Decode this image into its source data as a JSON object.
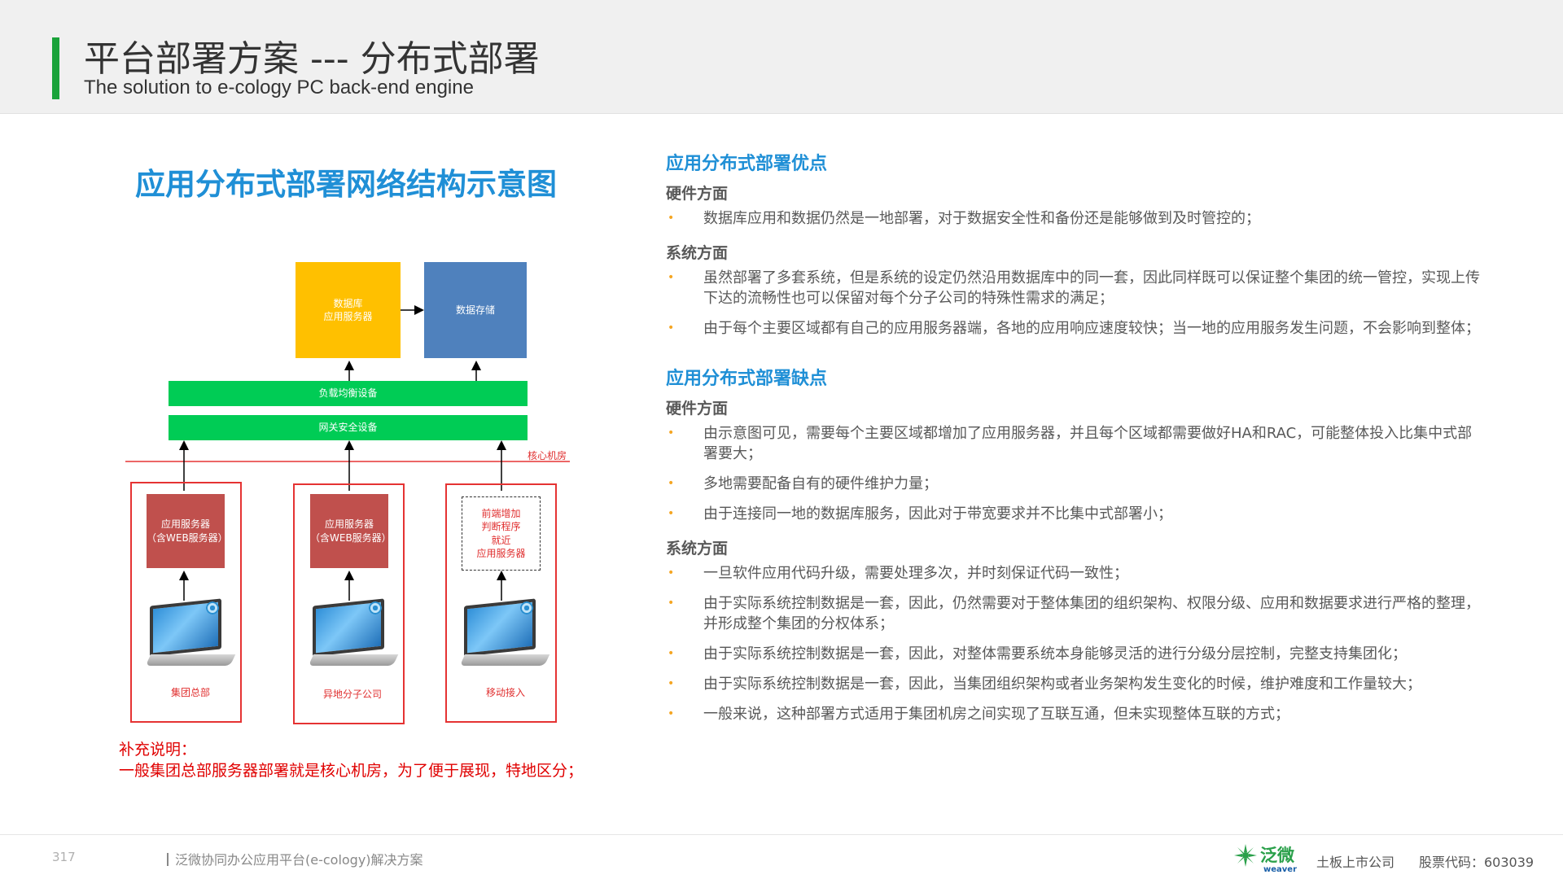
{
  "header": {
    "title": "平台部署方案 --- 分布式部署",
    "subtitle": "The solution to e-cology PC back-end engine"
  },
  "diagram": {
    "title": "应用分布式部署网络结构示意图",
    "db_app_server": [
      "数据库",
      "应用服务器"
    ],
    "data_storage": "数据存储",
    "load_balancer": "负载均衡设备",
    "gateway": "网关安全设备",
    "core_room": "核心机房",
    "app_server_1": [
      "应用服务器",
      "（含WEB服务器）"
    ],
    "app_server_2": [
      "应用服务器",
      "（含WEB服务器）"
    ],
    "frontend_box": [
      "前端增加",
      "判断程序",
      "就近",
      "应用服务器"
    ],
    "site_hq": "集团总部",
    "site_branch": "异地分子公司",
    "site_mobile": "移动接入"
  },
  "note": {
    "line1": "补充说明：",
    "line2": "一般集团总部服务器部署就是核心机房，为了便于展现，特地区分；"
  },
  "advantages": {
    "title": "应用分布式部署优点",
    "hardware_title": "硬件方面",
    "hardware_items": [
      "数据库应用和数据仍然是一地部署，对于数据安全性和备份还是能够做到及时管控的；"
    ],
    "system_title": "系统方面",
    "system_items": [
      "虽然部署了多套系统，但是系统的设定仍然沿用数据库中的同一套，因此同样既可以保证整个集团的统一管控，实现上传下达的流畅性也可以保留对每个分子公司的特殊性需求的满足；",
      "由于每个主要区域都有自己的应用服务器端，各地的应用响应速度较快；当一地的应用服务发生问题，不会影响到整体；"
    ]
  },
  "disadvantages": {
    "title": "应用分布式部署缺点",
    "hardware_title": "硬件方面",
    "hardware_items": [
      "由示意图可见，需要每个主要区域都增加了应用服务器，并且每个区域都需要做好HA和RAC，可能整体投入比集中式部署要大；",
      "多地需要配备自有的硬件维护力量；",
      "由于连接同一地的数据库服务，因此对于带宽要求并不比集中式部署小；"
    ],
    "system_title": "系统方面",
    "system_items": [
      "一旦软件应用代码升级，需要处理多次，并时刻保证代码一致性；",
      "由于实际系统控制数据是一套，因此，仍然需要对于整体集团的组织架构、权限分级、应用和数据要求进行严格的整理，并形成整个集团的分权体系；",
      "由于实际系统控制数据是一套，因此，对整体需要系统本身能够灵活的进行分级分层控制，完整支持集团化；",
      "由于实际系统控制数据是一套，因此，当集团组织架构或者业务架构发生变化的时候，维护难度和工作量较大；",
      "一般来说，这种部署方式适用于集团机房之间实现了互联互通，但未实现整体互联的方式；"
    ]
  },
  "footer": {
    "page_number": "317",
    "doc_title": "泛微协同办公应用平台(e-cology)解决方案",
    "brand": "泛微",
    "brand_en": "weaver",
    "listed": "土板上市公司",
    "stock_code": "股票代码：603039"
  },
  "colors": {
    "accent_green": "#1aa33a",
    "heading_blue": "#1f8fd6",
    "bullet_orange": "#f5a623",
    "note_red": "#e00000"
  }
}
